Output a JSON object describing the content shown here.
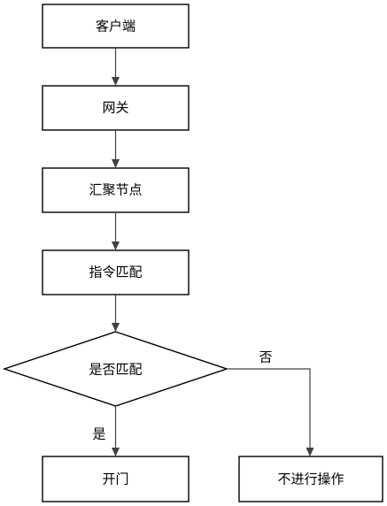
{
  "diagram": {
    "nodes": {
      "client": {
        "label": "客户端"
      },
      "gateway": {
        "label": "网关"
      },
      "aggregation_node": {
        "label": "汇聚节点"
      },
      "command_match": {
        "label": "指令匹配"
      },
      "is_match_decision": {
        "label": "是否匹配"
      },
      "open_door": {
        "label": "开门"
      },
      "no_operation": {
        "label": "不进行操作"
      }
    },
    "edges": {
      "yes": {
        "label": "是"
      },
      "no": {
        "label": "否"
      }
    }
  }
}
